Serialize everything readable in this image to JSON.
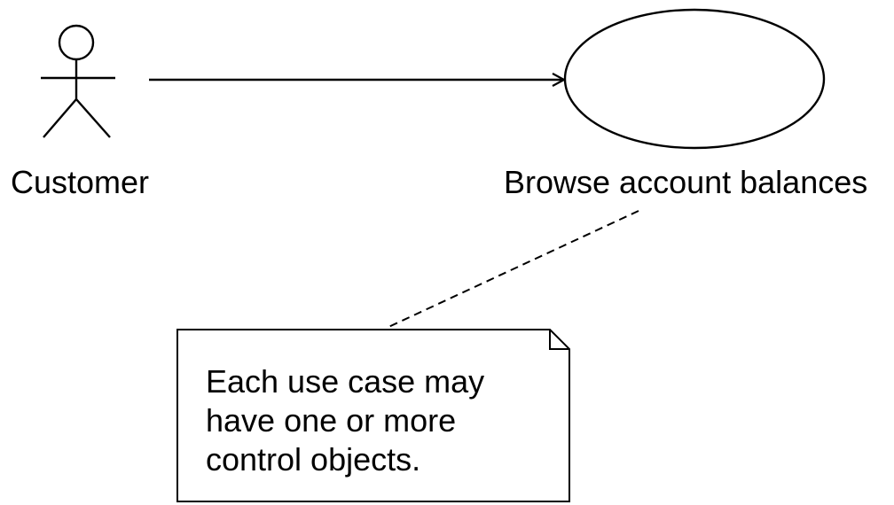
{
  "diagram": {
    "actor": {
      "label": "Customer"
    },
    "use_case": {
      "label": "Browse account balances"
    },
    "note": {
      "lines": [
        "Each use case may",
        "have one or more",
        "control objects."
      ]
    }
  }
}
